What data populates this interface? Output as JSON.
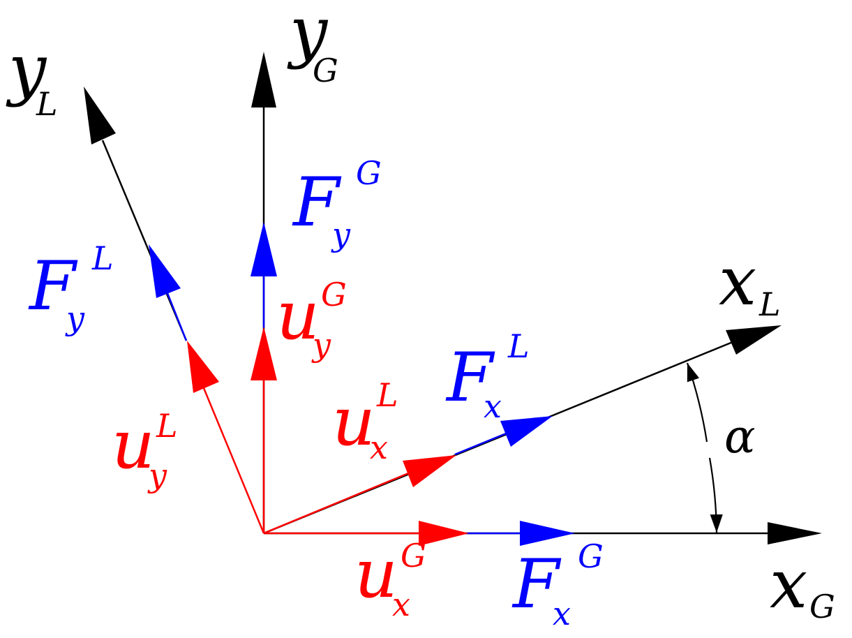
{
  "colors": {
    "axis": "#000000",
    "force": "#0000ff",
    "displacement": "#ff0000",
    "background": "#ffffff"
  },
  "labels": {
    "y_global": {
      "base": "y",
      "sub": "G",
      "sup": ""
    },
    "y_local": {
      "base": "y",
      "sub": "L",
      "sup": ""
    },
    "x_local": {
      "base": "x",
      "sub": "L",
      "sup": ""
    },
    "x_global": {
      "base": "x",
      "sub": "G",
      "sup": ""
    },
    "force_y_global": {
      "base": "F",
      "sub": "y",
      "sup": "G"
    },
    "force_y_local": {
      "base": "F",
      "sub": "y",
      "sup": "L"
    },
    "force_x_local": {
      "base": "F",
      "sub": "x",
      "sup": "L"
    },
    "force_x_global": {
      "base": "F",
      "sub": "x",
      "sup": "G"
    },
    "disp_y_global": {
      "base": "u",
      "sub": "y",
      "sup": "G"
    },
    "disp_y_local": {
      "base": "u",
      "sub": "y",
      "sup": "L"
    },
    "disp_x_local": {
      "base": "u",
      "sub": "x",
      "sup": "L"
    },
    "disp_x_global": {
      "base": "u",
      "sub": "x",
      "sup": "G"
    },
    "angle": {
      "base": "α"
    }
  }
}
